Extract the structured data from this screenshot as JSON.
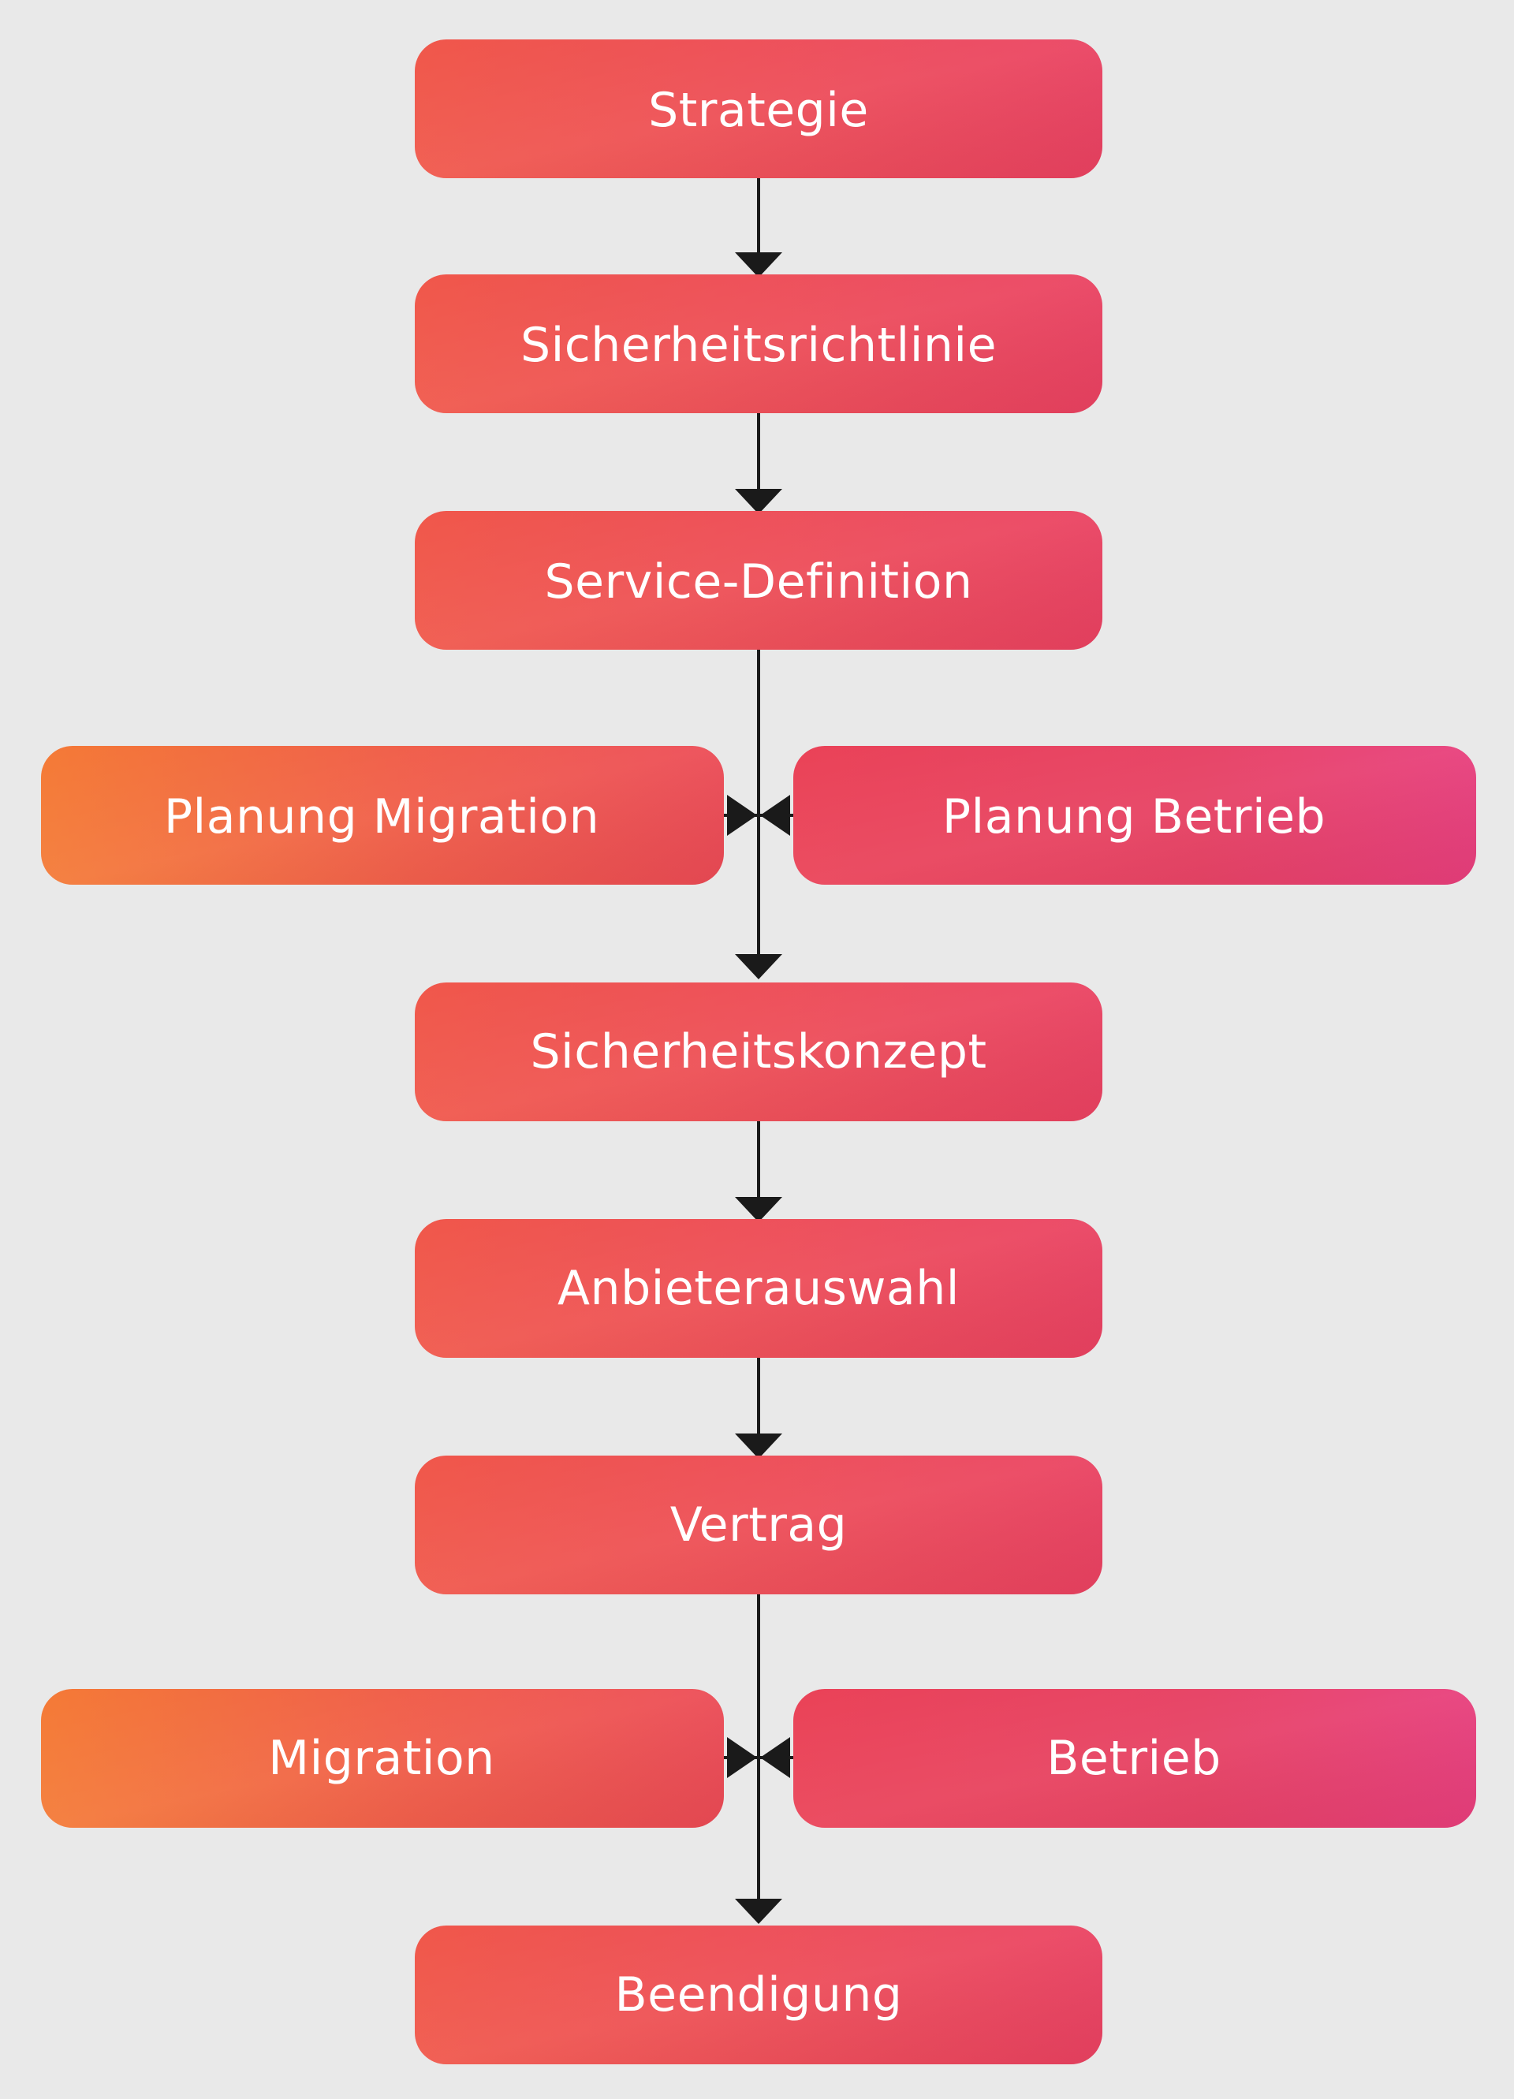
{
  "colors": {
    "background": "#e9e9e9",
    "node_red_start": "#f0564a",
    "node_red_end": "#ea4060",
    "node_orange_start": "#f47a38",
    "node_pink_end": "#e6407a",
    "connector": "#1a1a1a",
    "text": "#ffffff"
  },
  "nodes": {
    "strategie": "Strategie",
    "sicherheitsrichtlinie": "Sicherheitsrichtlinie",
    "service_definition": "Service-Definition",
    "planung_migration": "Planung Migration",
    "planung_betrieb": "Planung Betrieb",
    "sicherheitskonzept": "Sicherheitskonzept",
    "anbieterauswahl": "Anbieterauswahl",
    "vertrag": "Vertrag",
    "migration": "Migration",
    "betrieb": "Betrieb",
    "beendigung": "Beendigung"
  }
}
